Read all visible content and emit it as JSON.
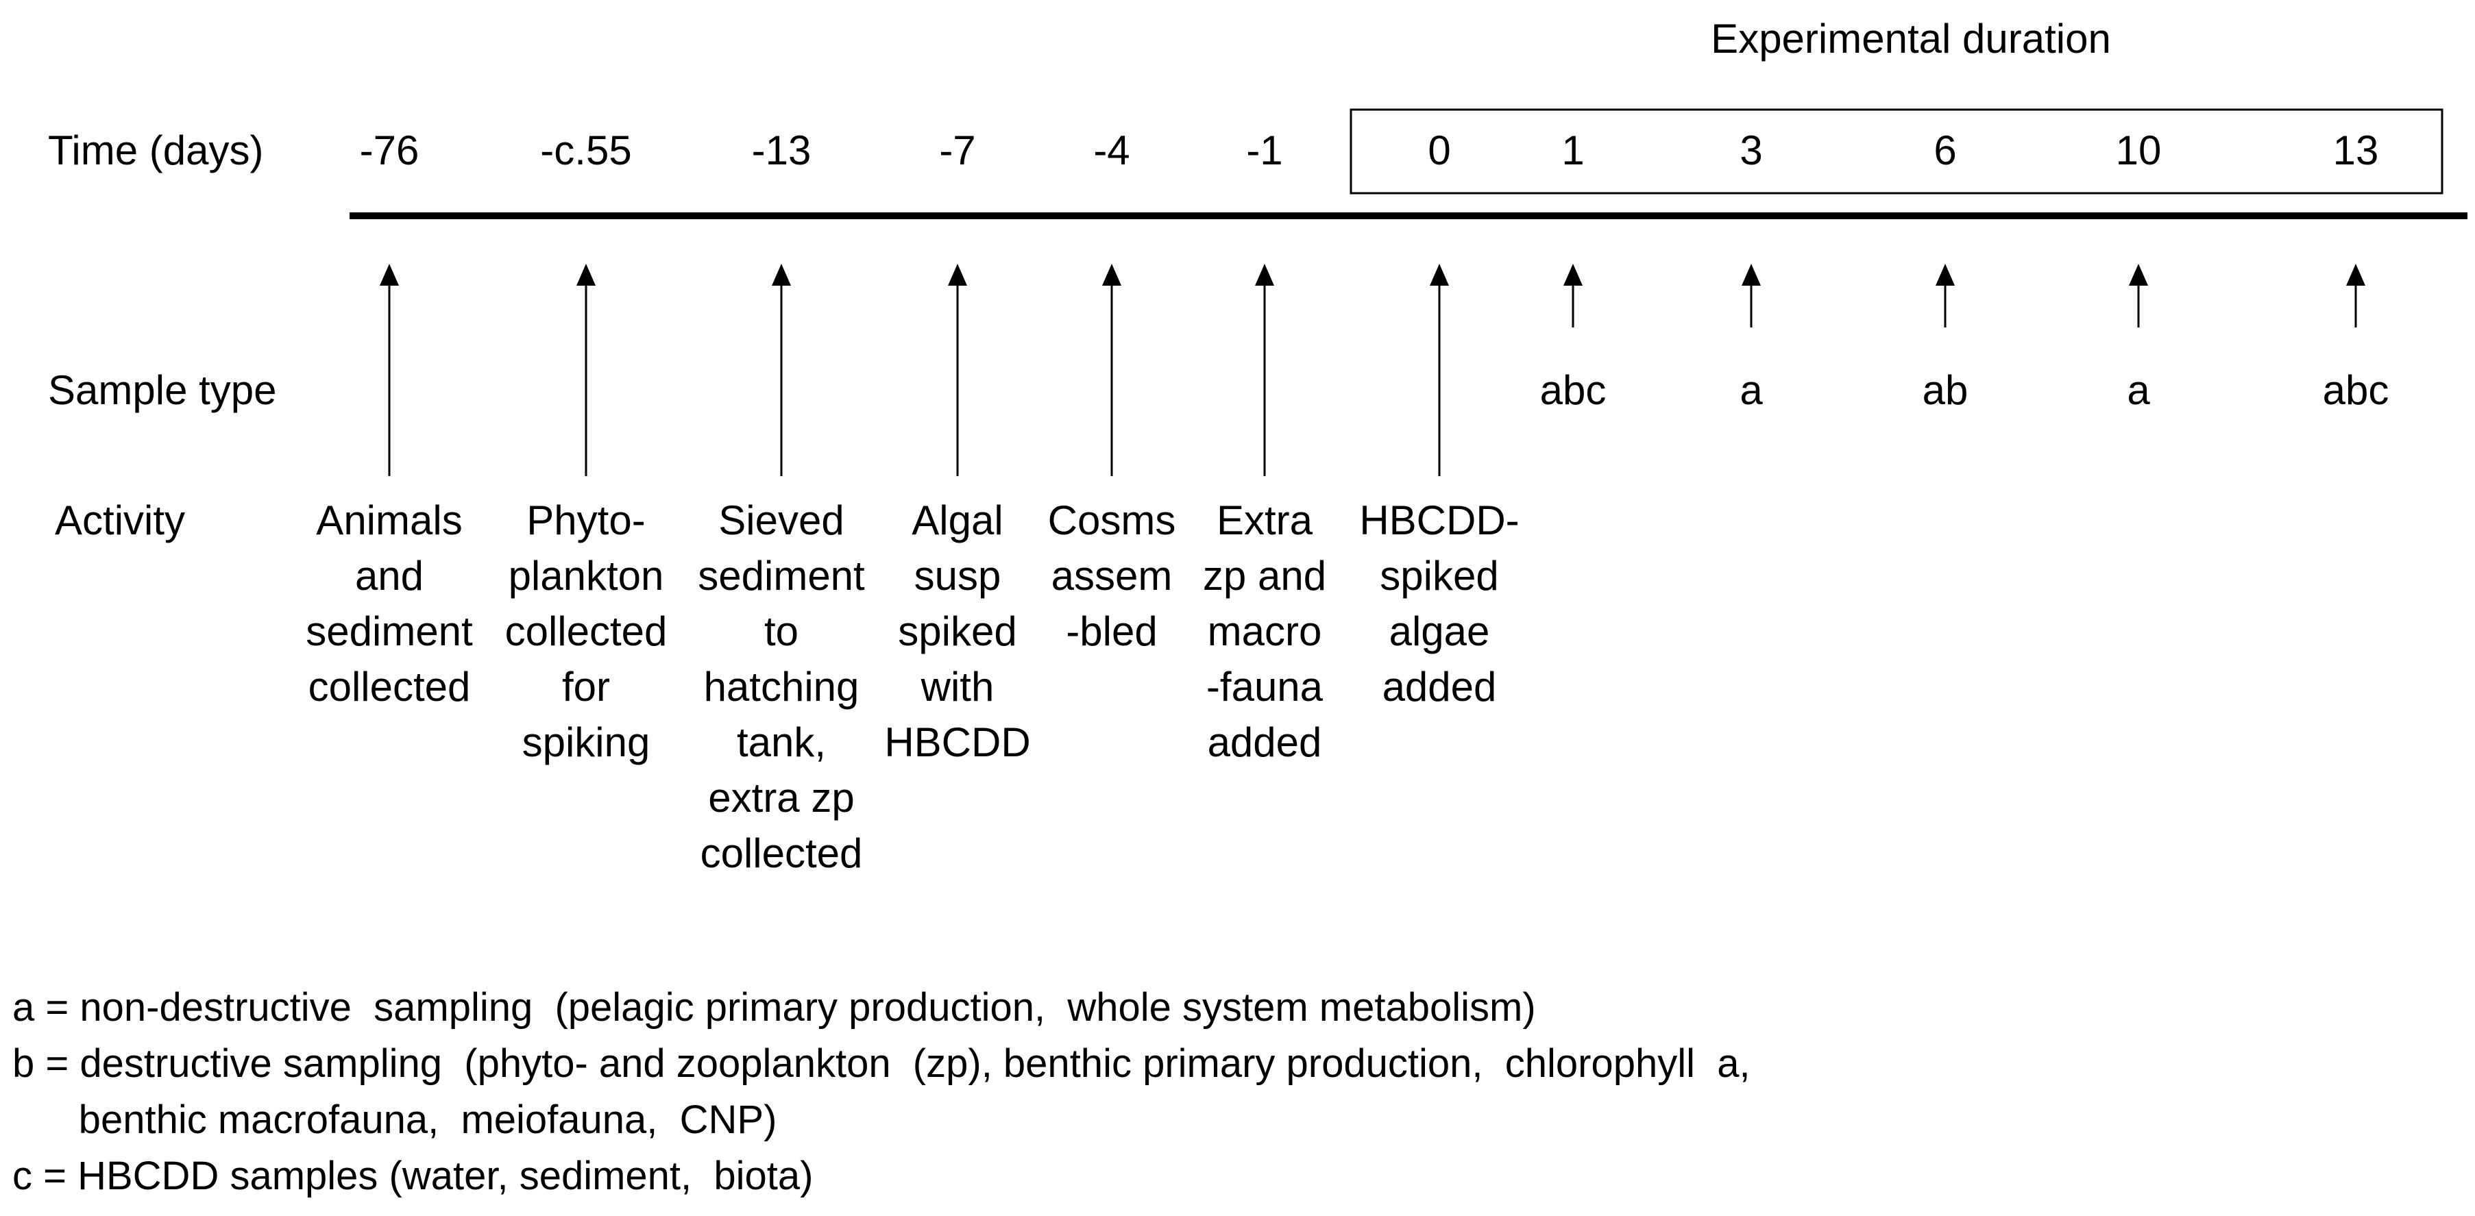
{
  "header": {
    "experimental_duration_label": "Experimental duration",
    "time_label": "Time (days)",
    "sample_type_label": "Sample type",
    "activity_label": "Activity"
  },
  "timeline": [
    {
      "time": "-76",
      "sample": "",
      "activity": [
        "Animals",
        "and",
        "sediment",
        "collected"
      ]
    },
    {
      "time": "-c.55",
      "sample": "",
      "activity": [
        "Phyto-",
        "plankton",
        "collected",
        "for",
        "spiking"
      ]
    },
    {
      "time": "-13",
      "sample": "",
      "activity": [
        "Sieved",
        "sediment",
        "to",
        "hatching",
        "tank,",
        "extra zp",
        "collected"
      ]
    },
    {
      "time": "-7",
      "sample": "",
      "activity": [
        "Algal",
        "susp",
        "spiked",
        "with",
        "HBCDD"
      ]
    },
    {
      "time": "-4",
      "sample": "",
      "activity": [
        "Cosms",
        "assem",
        "-bled"
      ]
    },
    {
      "time": "-1",
      "sample": "",
      "activity": [
        "Extra",
        "zp and",
        "macro",
        "-fauna",
        "added"
      ]
    },
    {
      "time": "0",
      "sample": "",
      "activity": [
        "HBCDD-",
        "spiked",
        "algae",
        "added"
      ]
    },
    {
      "time": "1",
      "sample": "abc",
      "activity": []
    },
    {
      "time": "3",
      "sample": "a",
      "activity": []
    },
    {
      "time": "6",
      "sample": "ab",
      "activity": []
    },
    {
      "time": "10",
      "sample": "a",
      "activity": []
    },
    {
      "time": "13",
      "sample": "abc",
      "activity": []
    }
  ],
  "legend": [
    "a = non-destructive  sampling  (pelagic primary production,  whole system metabolism)",
    "b = destructive sampling  (phyto- and zooplankton  (zp), benthic primary production,  chlorophyll  a,",
    "      benthic macrofauna,  meiofauna,  CNP)",
    "c = HBCDD samples (water, sediment,  biota)"
  ]
}
